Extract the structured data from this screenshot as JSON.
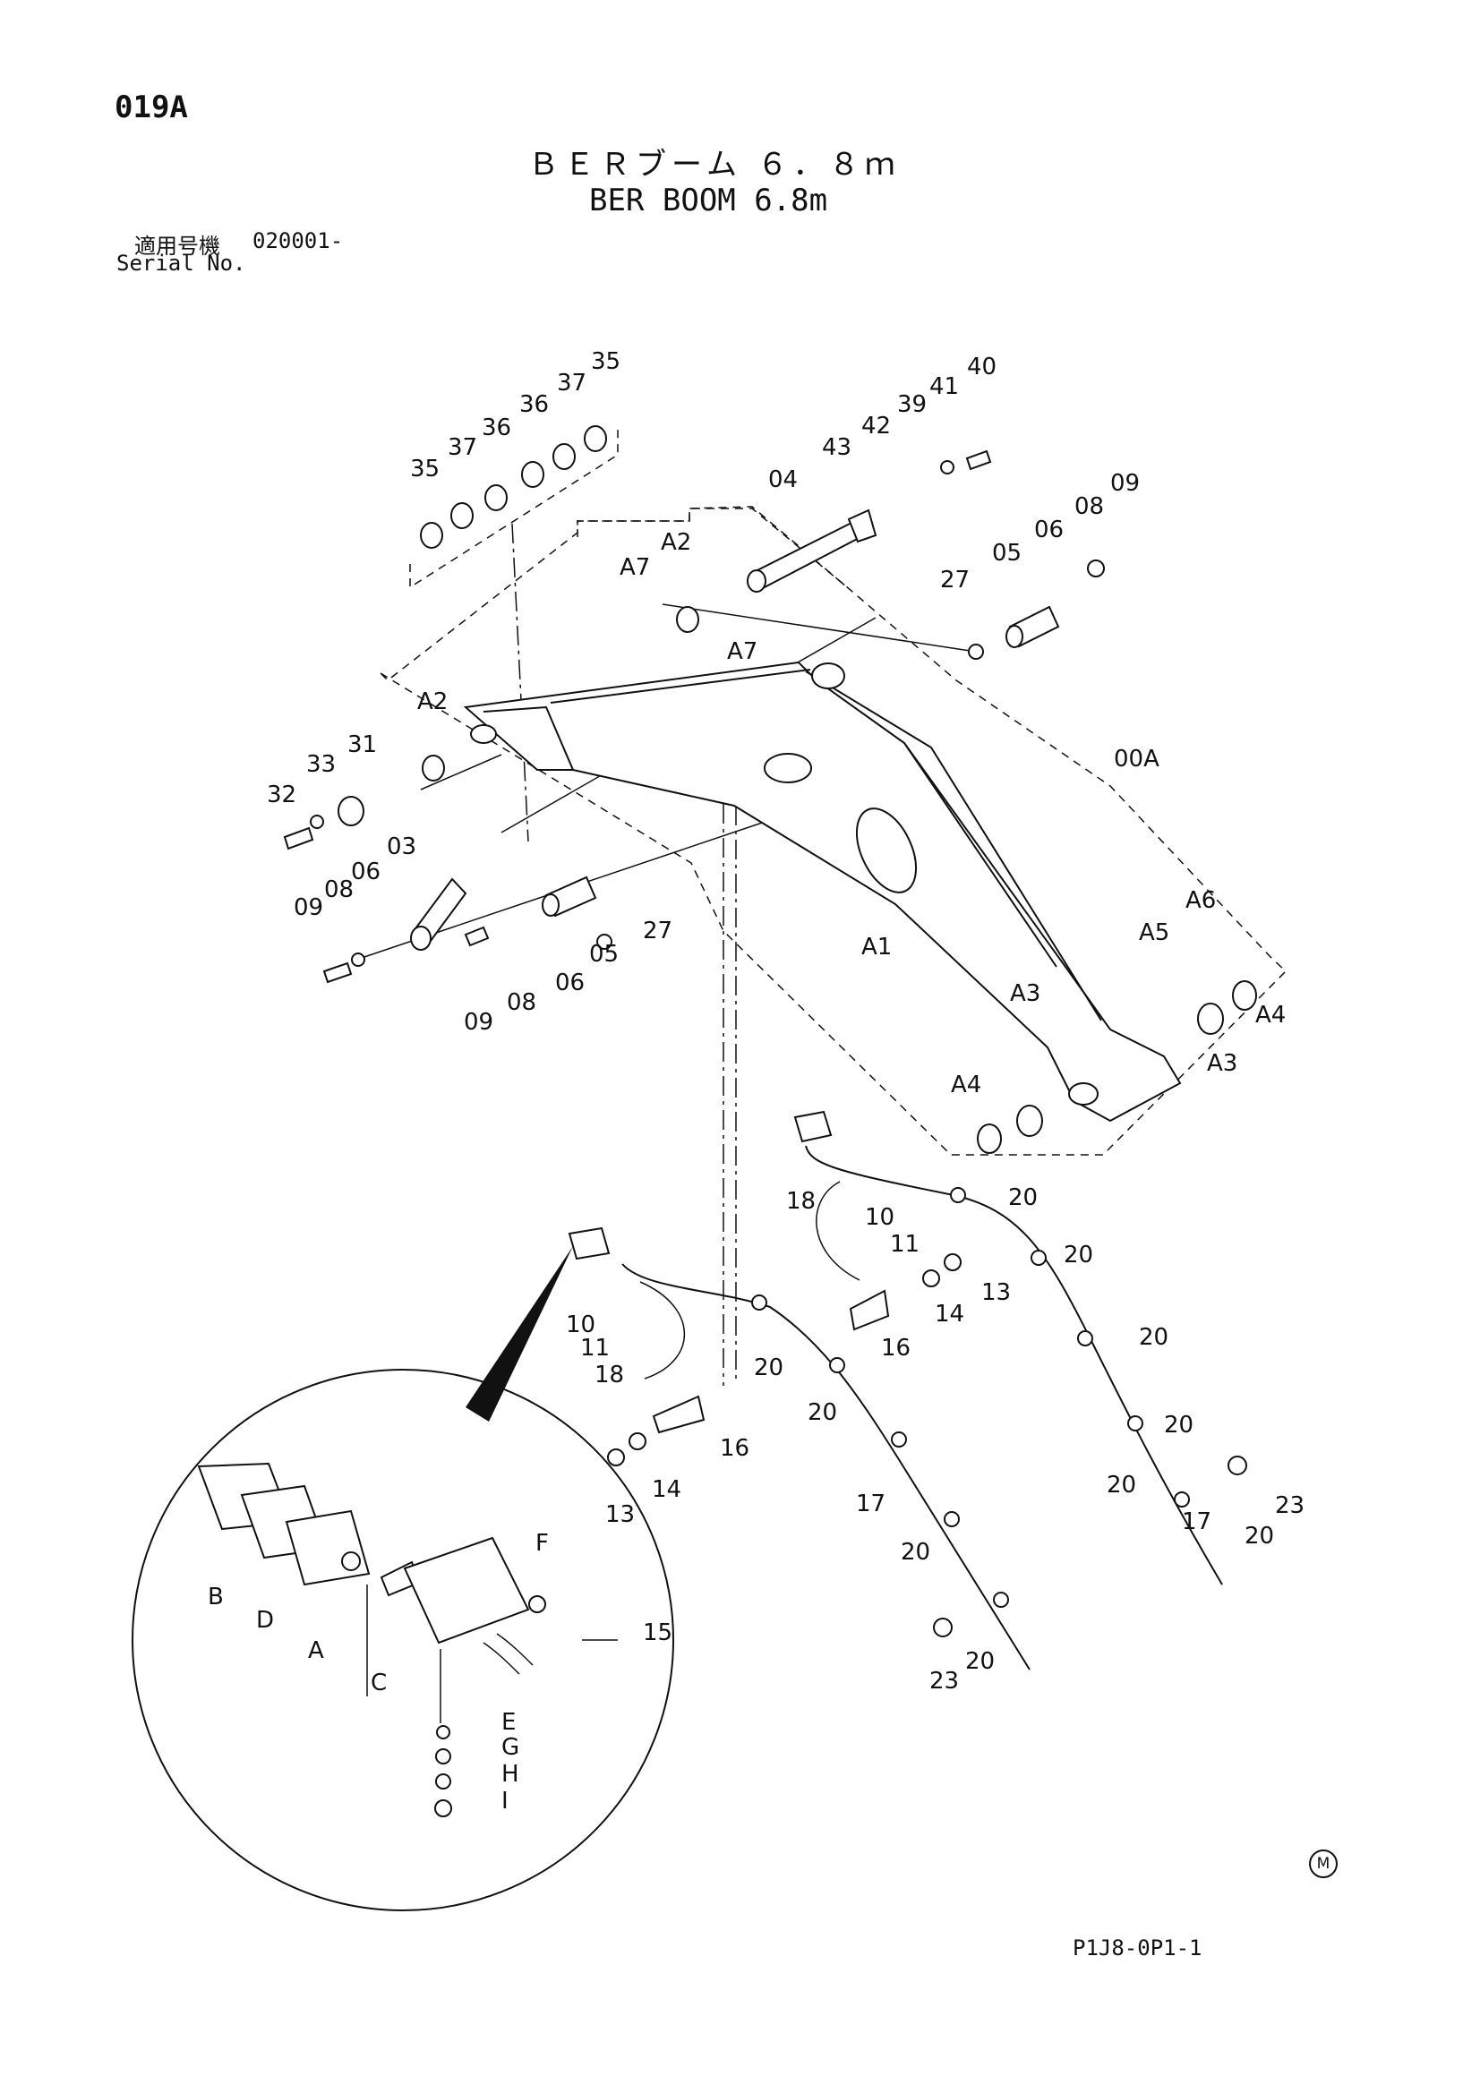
{
  "page_number": "019A",
  "title_jp": "ＢＥＲブーム ６．８ｍ",
  "title_en": "BER BOOM 6.8m",
  "serial": {
    "label_jp": "適用号機",
    "value": "020001-",
    "label_en": "Serial No."
  },
  "footer_code": "P1J8-0P1-1",
  "mark": "M",
  "callouts": [
    {
      "t": "35"
    },
    {
      "t": "37"
    },
    {
      "t": "36"
    },
    {
      "t": "36"
    },
    {
      "t": "37"
    },
    {
      "t": "35"
    },
    {
      "t": "43"
    },
    {
      "t": "42"
    },
    {
      "t": "39"
    },
    {
      "t": "41"
    },
    {
      "t": "40"
    },
    {
      "t": "04"
    },
    {
      "t": "08"
    },
    {
      "t": "09"
    },
    {
      "t": "06"
    },
    {
      "t": "05"
    },
    {
      "t": "27"
    },
    {
      "t": "A7"
    },
    {
      "t": "A2"
    },
    {
      "t": "A7"
    },
    {
      "t": "A2"
    },
    {
      "t": "31"
    },
    {
      "t": "33"
    },
    {
      "t": "32"
    },
    {
      "t": "03"
    },
    {
      "t": "06"
    },
    {
      "t": "08"
    },
    {
      "t": "09"
    },
    {
      "t": "09"
    },
    {
      "t": "08"
    },
    {
      "t": "06"
    },
    {
      "t": "05"
    },
    {
      "t": "27"
    },
    {
      "t": "00A"
    },
    {
      "t": "A1"
    },
    {
      "t": "A6"
    },
    {
      "t": "A5"
    },
    {
      "t": "A3"
    },
    {
      "t": "A4"
    },
    {
      "t": "A4"
    },
    {
      "t": "A3"
    },
    {
      "t": "18"
    },
    {
      "t": "10"
    },
    {
      "t": "11"
    },
    {
      "t": "20"
    },
    {
      "t": "20"
    },
    {
      "t": "14"
    },
    {
      "t": "13"
    },
    {
      "t": "16"
    },
    {
      "t": "20"
    },
    {
      "t": "20"
    },
    {
      "t": "20"
    },
    {
      "t": "17"
    },
    {
      "t": "20"
    },
    {
      "t": "23"
    },
    {
      "t": "10"
    },
    {
      "t": "11"
    },
    {
      "t": "18"
    },
    {
      "t": "16"
    },
    {
      "t": "14"
    },
    {
      "t": "13"
    },
    {
      "t": "20"
    },
    {
      "t": "20"
    },
    {
      "t": "17"
    },
    {
      "t": "20"
    },
    {
      "t": "20"
    },
    {
      "t": "23"
    },
    {
      "t": "F"
    },
    {
      "t": "B"
    },
    {
      "t": "D"
    },
    {
      "t": "A"
    },
    {
      "t": "C"
    },
    {
      "t": "15"
    },
    {
      "t": "E"
    },
    {
      "t": "G"
    },
    {
      "t": "H"
    },
    {
      "t": "I"
    }
  ]
}
